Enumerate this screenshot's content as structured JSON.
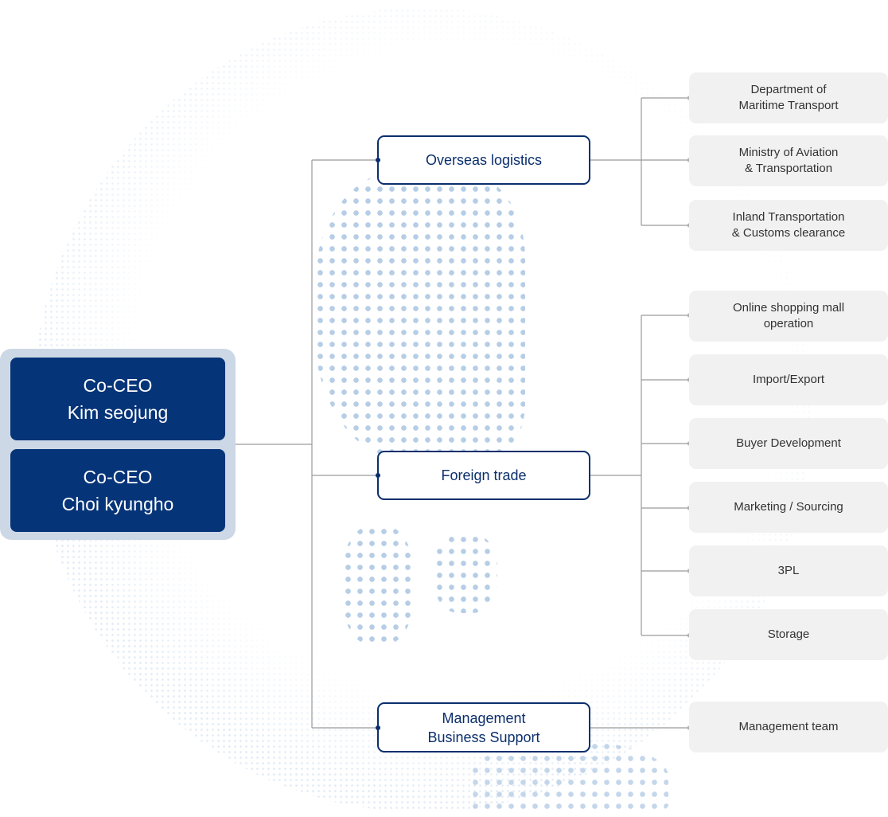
{
  "ceos": [
    {
      "title": "Co-CEO",
      "name": "Kim seojung"
    },
    {
      "title": "Co-CEO",
      "name": "Choi kyungho"
    }
  ],
  "departments": [
    {
      "lines": [
        "Overseas logistics"
      ],
      "teams": [
        {
          "lines": [
            "Department of",
            "Maritime Transport"
          ]
        },
        {
          "lines": [
            "Ministry of Aviation",
            "& Transportation"
          ]
        },
        {
          "lines": [
            "Inland Transportation",
            "& Customs clearance"
          ]
        }
      ]
    },
    {
      "lines": [
        "Foreign trade"
      ],
      "teams": [
        {
          "lines": [
            "Online shopping mall",
            "operation"
          ]
        },
        {
          "lines": [
            "Import/Export"
          ]
        },
        {
          "lines": [
            "Buyer Development"
          ]
        },
        {
          "lines": [
            "Marketing / Sourcing"
          ]
        },
        {
          "lines": [
            "3PL"
          ]
        },
        {
          "lines": [
            "Storage"
          ]
        }
      ]
    },
    {
      "lines": [
        "Management",
        "Business Support"
      ],
      "teams": [
        {
          "lines": [
            "Management team"
          ]
        }
      ]
    }
  ],
  "colors": {
    "navy": "#063478",
    "line": "#9a9a9a",
    "team_bg": "#f1f1f1",
    "dot": "#b6cde6"
  }
}
